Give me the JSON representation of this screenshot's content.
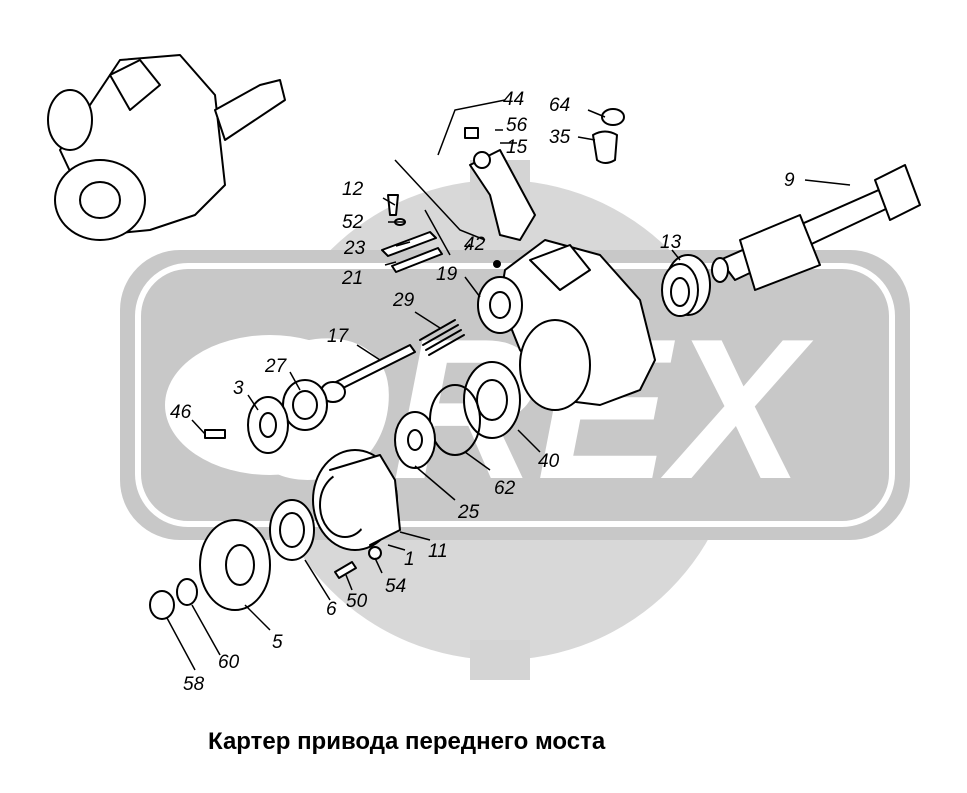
{
  "caption": "Картер привода переднего моста",
  "watermark": "OREX",
  "colors": {
    "watermark": "#d4d4d4",
    "parts_fill": "#ffffff",
    "parts_stroke": "#000000"
  },
  "callouts": [
    "44",
    "64",
    "56",
    "15",
    "35",
    "9",
    "12",
    "52",
    "23",
    "42",
    "13",
    "21",
    "19",
    "29",
    "17",
    "27",
    "3",
    "46",
    "40",
    "62",
    "25",
    "1",
    "11",
    "54",
    "50",
    "6",
    "5",
    "60",
    "58"
  ]
}
